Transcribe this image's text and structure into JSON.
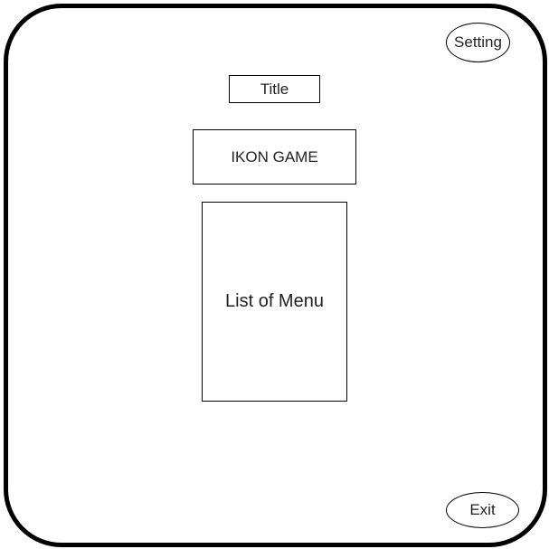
{
  "screen": {
    "title_label": "Title",
    "game_name": "IKON GAME",
    "menu_label": "List of Menu",
    "setting_label": "Setting",
    "exit_label": "Exit"
  }
}
